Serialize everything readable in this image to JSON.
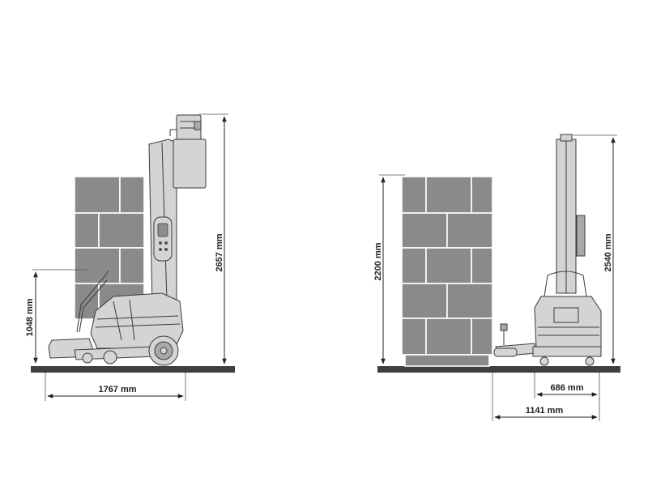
{
  "dimensions": {
    "side_overall_height": "2657 mm",
    "side_handle_height": "1048 mm",
    "side_length": "1767 mm",
    "front_load_height": "2200 mm",
    "front_overall_height": "2540 mm",
    "front_width_inner": "686 mm",
    "front_width_outer": "1141 mm"
  },
  "colors": {
    "load": "#8a8a8a",
    "machine": "#d4d4d4",
    "ground": "#3f3f3f",
    "dimension_lines": "#222222"
  }
}
